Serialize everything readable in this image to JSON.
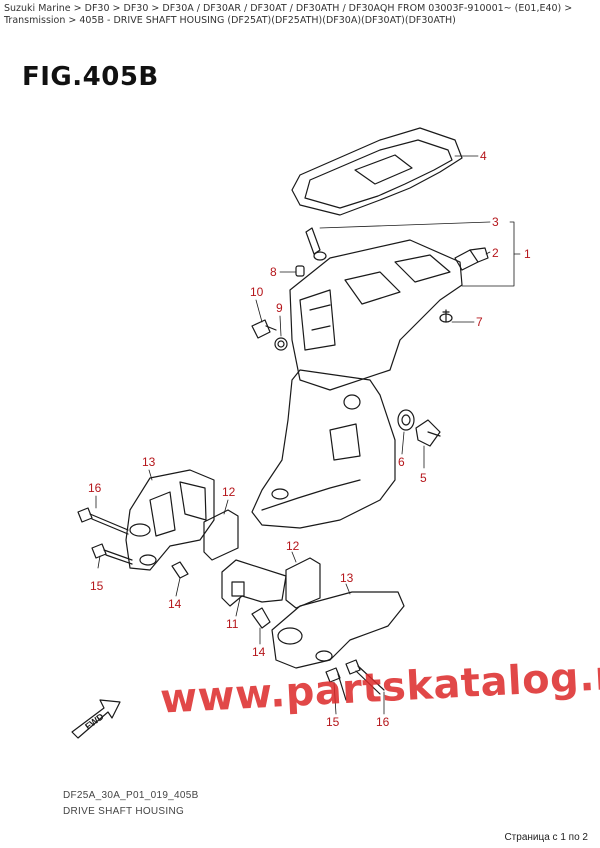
{
  "breadcrumb": "Suzuki Marine > DF30 > DF30 > DF30A / DF30AR / DF30AT / DF30ATH / DF30AQH FROM 03003F-910001~ (E01,E40) > Transmission > 405B - DRIVE SHAFT HOUSING (DF25AT)(DF25ATH)(DF30A)(DF30AT)(DF30ATH)",
  "figure": {
    "title": "FIG.405B",
    "code": "DF25A_30A_P01_019_405B",
    "caption": "DRIVE SHAFT HOUSING",
    "fwd_label": "FWD",
    "callouts": [
      "4",
      "3",
      "2",
      "1",
      "8",
      "9",
      "10",
      "7",
      "6",
      "5",
      "13",
      "12",
      "16",
      "15",
      "14",
      "12",
      "13",
      "11",
      "14",
      "15",
      "16"
    ]
  },
  "watermark": "www.partskatalog.ru",
  "page_info": "Страница с 1 по 2",
  "colors": {
    "callout": "#b5161b",
    "line": "#1a1a1a",
    "watermark": "#dc2828"
  }
}
